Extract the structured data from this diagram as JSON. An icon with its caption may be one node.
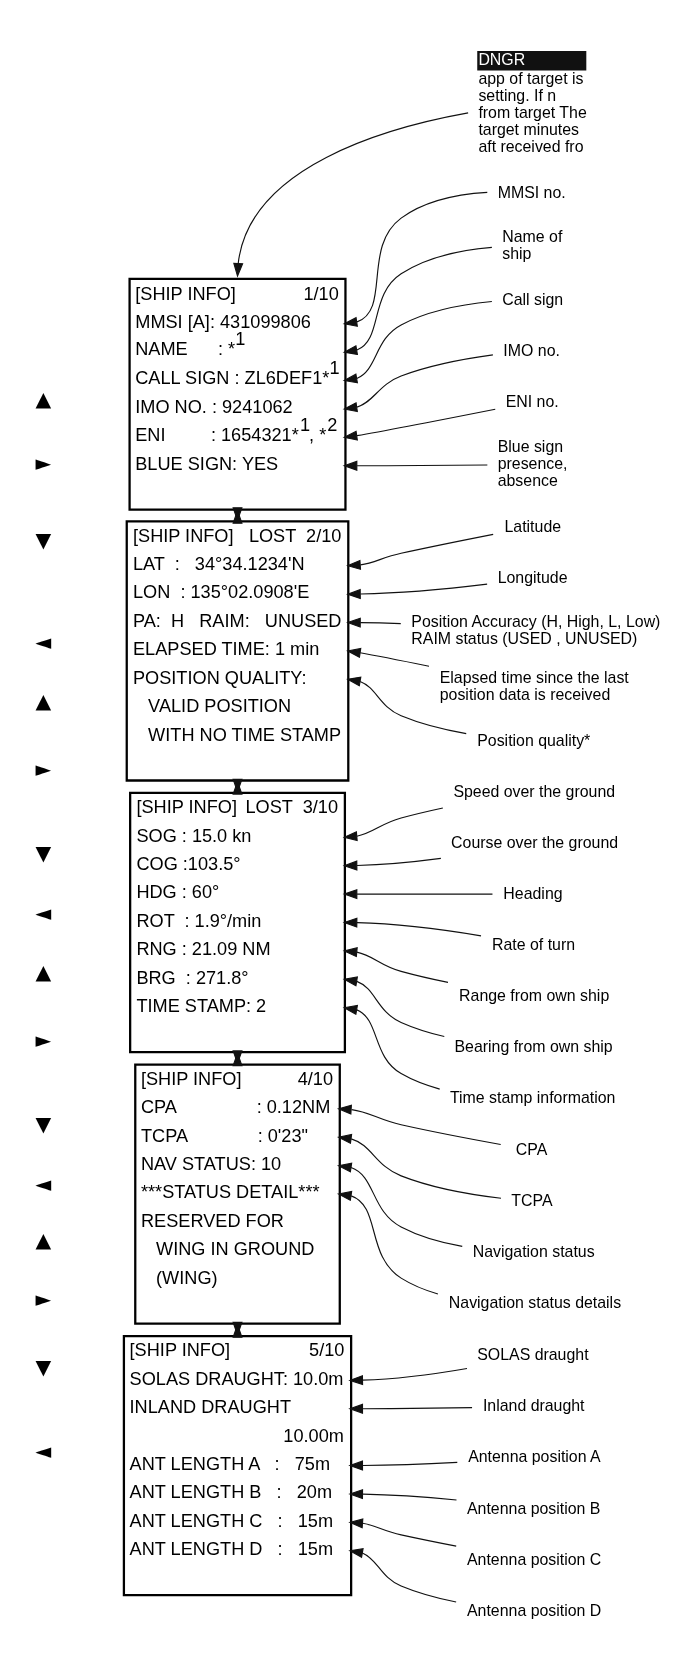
{
  "diagram": {
    "nodes": [
      {
        "text": [
          "[SHIP INFO]",
          "1/10",
          "MMSI [A]: 431099806",
          "NAME      : *$^{1}$",
          "CALL SIGN : ZL6DEF1*$^{1}$",
          "IMO NO. : 9241062",
          "ENI         : 1654321*$^{1}$, *$^{2}$",
          "BLUE SIGN: YES"
        ]
      },
      {
        "text": [
          "MMSI no."
        ]
      },
      {
        "text": [
          "Name of ship"
        ]
      },
      {
        "text": [
          "Call sign"
        ]
      },
      {
        "text": [
          "IMO no."
        ]
      },
      {
        "text": [
          "ENI no."
        ]
      },
      {
        "text": [
          "Blue sign presence, absence"
        ]
      },
      {
        "text": [
          "DNGR",
          "app of target is setting. If n from target The target minutes aft received fro"
        ]
      },
      {
        "text": [
          "[SHIP INFO]",
          "LOST  2/10",
          "LAT  :   34°34.1234'N",
          "LON  : 135°02.0908'E",
          "PA:  H   RAIM:   UNUSED",
          "ELAPSED TIME: 1 min",
          "POSITION QUALITY:",
          "VALID POSITION",
          "WITH NO TIME STAMP"
        ]
      },
      {
        "text": [
          "Latitude"
        ]
      },
      {
        "text": [
          "Longitude"
        ]
      },
      {
        "text": [
          "Position Accuracy (H, High, L, Low) RAIM status (USED , UNUSED)"
        ]
      },
      {
        "text": [
          "Elapsed time since the last position data is received"
        ]
      },
      {
        "text": [
          "Position quality*"
        ]
      },
      {
        "text": [
          "[SHIP INFO]",
          "LOST  3/10",
          "SOG : 15.0 kn",
          "COG :103.5°",
          "HDG : 60°",
          "ROT  : 1.9°/min",
          "RNG : 21.09 NM",
          "BRG  : 271.8°",
          "TIME STAMP: 2"
        ]
      },
      {
        "text": [
          "Speed over the ground"
        ]
      },
      {
        "text": [
          "Course over the ground"
        ]
      },
      {
        "text": [
          "Heading"
        ]
      },
      {
        "text": [
          "Rate of turn"
        ]
      },
      {
        "text": [
          "Range from own ship"
        ]
      },
      {
        "text": [
          "Bearing from own ship"
        ]
      },
      {
        "text": [
          "Time stamp information"
        ]
      },
      {
        "text": [
          "[SHIP INFO]",
          "4/10",
          "CPA                : 0.12NM",
          "TCPA              : 0'23\"",
          "NAV STATUS: 10",
          "***STATUS DETAIL***",
          "RESERVED FOR",
          "WING IN GROUND",
          "(WING)"
        ]
      },
      {
        "text": [
          "CPA"
        ]
      },
      {
        "text": [
          "TCPA"
        ]
      },
      {
        "text": [
          "Navigation status"
        ]
      },
      {
        "text": [
          "Navigation status details"
        ]
      },
      {
        "text": [
          "[SHIP INFO]",
          "5/10",
          "SOLAS DRAUGHT: 10.0m",
          "INLAND DRAUGHT",
          "10.00m",
          "ANT LENGTH A   :   75m",
          "ANT LENGTH B   :   20m",
          "ANT LENGTH C   :   15m",
          "ANT LENGTH D   :   15m"
        ]
      },
      {
        "text": [
          "SOLAS draught"
        ]
      },
      {
        "text": [
          "Inland draught"
        ]
      },
      {
        "text": [
          "Antenna position A"
        ]
      },
      {
        "text": [
          "Antenna position B"
        ]
      },
      {
        "text": [
          "Antenna position C"
        ]
      },
      {
        "text": [
          "Antenna position D"
        ]
      }
    ],
    "edges": [
      {
        "from": 7,
        "to": 0,
        "arrow": "to"
      },
      {
        "from": 1,
        "to": 0,
        "arrow": "to"
      },
      {
        "from": 2,
        "to": 0,
        "arrow": "to"
      },
      {
        "from": 3,
        "to": 0,
        "arrow": "to"
      },
      {
        "from": 4,
        "to": 0,
        "arrow": "to"
      },
      {
        "from": 5,
        "to": 0,
        "arrow": "to"
      },
      {
        "from": 6,
        "to": 0,
        "arrow": "to"
      },
      {
        "from": 0,
        "to": 8,
        "arrow": "to"
      },
      {
        "from": 8,
        "to": 0,
        "arrow": "to"
      },
      {
        "from": 9,
        "to": 8,
        "arrow": "to"
      },
      {
        "from": 10,
        "to": 8,
        "arrow": "to"
      },
      {
        "from": 11,
        "to": 8,
        "arrow": "to"
      },
      {
        "from": 12,
        "to": 8,
        "arrow": "to"
      },
      {
        "from": 13,
        "to": 8,
        "arrow": "to"
      },
      {
        "from": 8,
        "to": 14,
        "arrow": "to"
      },
      {
        "from": 14,
        "to": 8,
        "arrow": "to"
      },
      {
        "from": 15,
        "to": 14,
        "arrow": "to"
      },
      {
        "from": 16,
        "to": 14,
        "arrow": "to"
      },
      {
        "from": 17,
        "to": 14,
        "arrow": "to"
      },
      {
        "from": 18,
        "to": 14,
        "arrow": "to"
      },
      {
        "from": 19,
        "to": 14,
        "arrow": "to"
      },
      {
        "from": 20,
        "to": 14,
        "arrow": "to"
      },
      {
        "from": 21,
        "to": 14,
        "arrow": "to"
      },
      {
        "from": 14,
        "to": 22,
        "arrow": "to"
      },
      {
        "from": 22,
        "to": 14,
        "arrow": "to"
      },
      {
        "from": 23,
        "to": 22,
        "arrow": "to"
      },
      {
        "from": 24,
        "to": 22,
        "arrow": "to"
      },
      {
        "from": 25,
        "to": 22,
        "arrow": "to"
      },
      {
        "from": 26,
        "to": 22,
        "arrow": "to"
      },
      {
        "from": 22,
        "to": 27,
        "arrow": "to"
      },
      {
        "from": 27,
        "to": 22,
        "arrow": "to"
      },
      {
        "from": 28,
        "to": 27,
        "arrow": "to"
      },
      {
        "from": 29,
        "to": 27,
        "arrow": "to"
      },
      {
        "from": 30,
        "to": 27,
        "arrow": "to"
      },
      {
        "from": 31,
        "to": 27,
        "arrow": "to"
      },
      {
        "from": 32,
        "to": 27,
        "arrow": "to"
      },
      {
        "from": 33,
        "to": 27,
        "arrow": "to"
      }
    ],
    "labels": [
      "◄",
      "▲",
      "►",
      "▼",
      "◄",
      "▲",
      "►",
      "▼",
      "◄",
      "▲",
      "►",
      "▼",
      "◄",
      "▲",
      "►",
      "▼"
    ]
  }
}
